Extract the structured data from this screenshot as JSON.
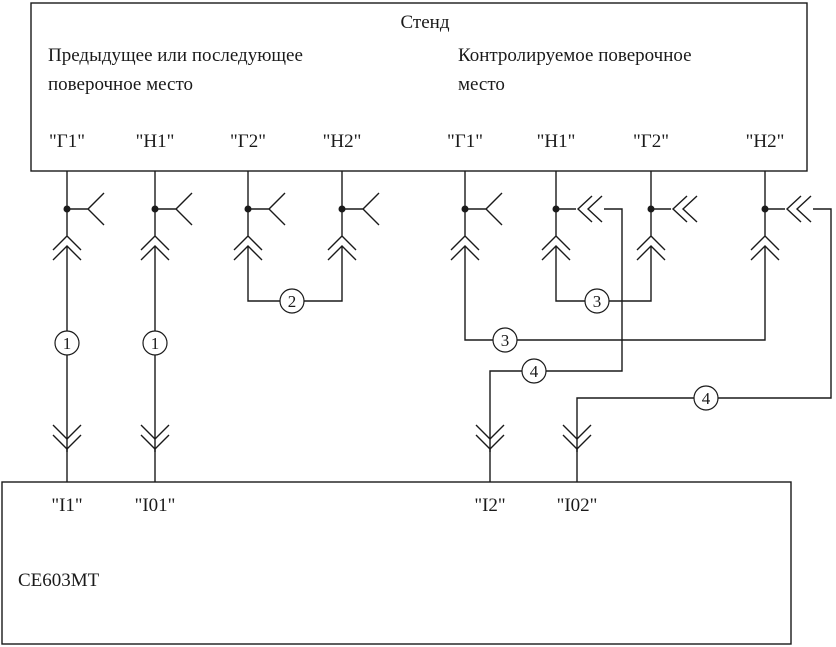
{
  "stand": {
    "title": "Стенд",
    "left_section_line1": "Предыдущее или последующее",
    "left_section_line2": "поверочное место",
    "right_section_line1": "Контролируемое поверочное",
    "right_section_line2": "место",
    "left_terminals": [
      "\"Г1\"",
      "\"Н1\"",
      "\"Г2\"",
      "\"Н2\""
    ],
    "right_terminals": [
      "\"Г1\"",
      "\"Н1\"",
      "\"Г2\"",
      "\"Н2\""
    ]
  },
  "device": {
    "name": "CE603MT",
    "terminals": [
      "\"I1\"",
      "\"I01\"",
      "\"I2\"",
      "\"I02\""
    ]
  },
  "cables": {
    "c1a": "1",
    "c1b": "1",
    "c2": "2",
    "c3a": "3",
    "c3b": "3",
    "c4a": "4",
    "c4b": "4"
  },
  "colors": {
    "line": "#1a1a1a",
    "background": "#ffffff"
  }
}
